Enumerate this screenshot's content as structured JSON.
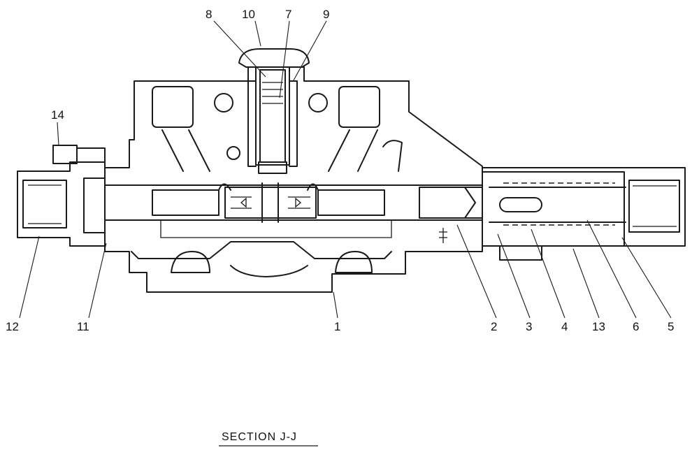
{
  "diagram": {
    "section_label": "SECTION  J-J",
    "callouts": {
      "c1": "1",
      "c2": "2",
      "c3": "3",
      "c4": "4",
      "c5": "5",
      "c6": "6",
      "c7": "7",
      "c8": "8",
      "c9": "9",
      "c10": "10",
      "c11": "11",
      "c12": "12",
      "c13": "13",
      "c14": "14"
    }
  }
}
